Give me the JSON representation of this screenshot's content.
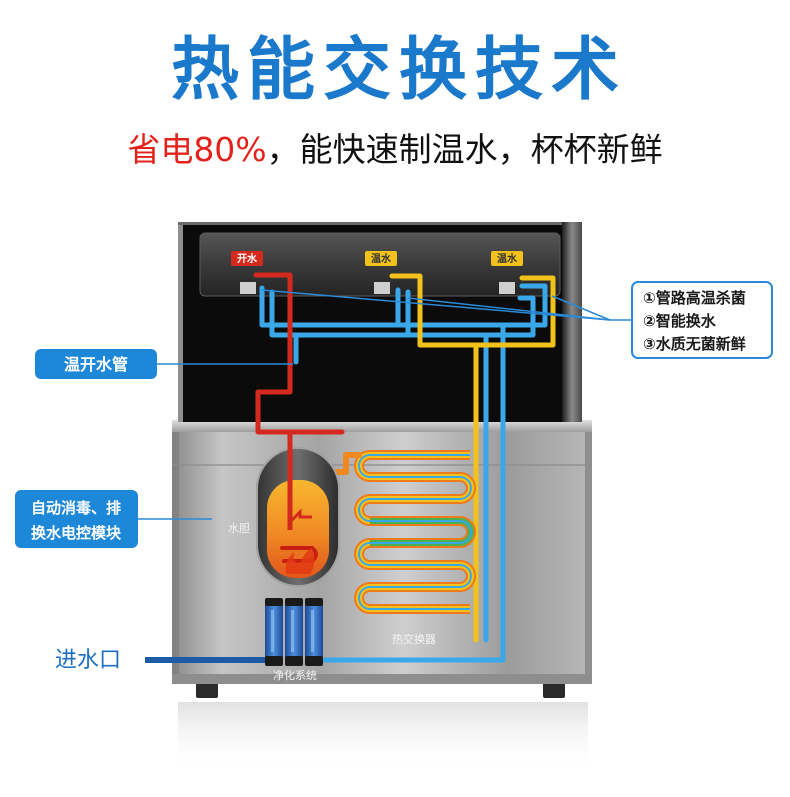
{
  "title": "热能交换技术",
  "subtitle": {
    "highlight": "省电80%",
    "rest": "，能快速制温水，杯杯新鲜"
  },
  "nozzles": [
    "开水",
    "温水",
    "温水"
  ],
  "parts": {
    "tank": "水胆",
    "exchanger": "热交换器",
    "filter": "净化系统"
  },
  "callouts": {
    "pipe": "温开水管",
    "module_line1": "自动消毒、排",
    "module_line2": "换水电控模块",
    "features": [
      "①管路高温杀菌",
      "②智能换水",
      "③水质无菌新鲜"
    ],
    "inlet": "进水口"
  },
  "colors": {
    "title": "#1b79cc",
    "highlight": "#e3231b",
    "hot_pipe": "#d42a1e",
    "warm_pipe": "#f2c21a",
    "cold_pipe": "#3aa8e8",
    "callout": "#1e88d8",
    "inlet_pipe": "#1f5aa6"
  }
}
